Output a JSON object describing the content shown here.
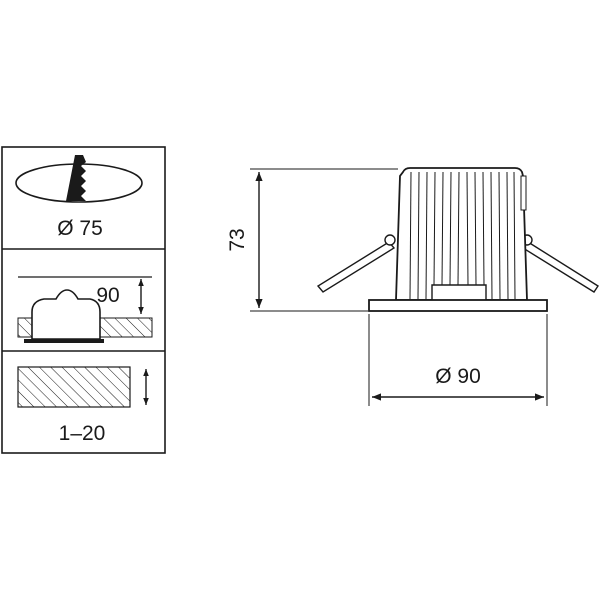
{
  "install_panel": {
    "cutout_label": "Ø 75",
    "recess_depth_label": "90",
    "ceiling_thickness_label": "1–20"
  },
  "product_view": {
    "height_label": "73",
    "diameter_label": "Ø 90"
  },
  "colors": {
    "line": "#1a1a1a",
    "background": "#ffffff"
  }
}
